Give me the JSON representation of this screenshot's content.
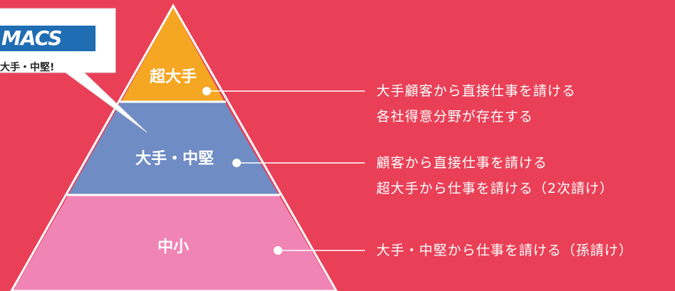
{
  "colors": {
    "background": "#e94057",
    "tier_top": "#f5a623",
    "tier_mid": "#6f8cc4",
    "tier_bottom": "#f085b5",
    "logo_bg": "#1f6db3"
  },
  "callout": {
    "logo": "MACS",
    "text": "大手・中堅!"
  },
  "tiers": [
    {
      "label": "超大手",
      "desc": [
        "大手顧客から直接仕事を請ける",
        "各社得意分野が存在する"
      ]
    },
    {
      "label": "大手・中堅",
      "desc": [
        "顧客から直接仕事を請ける",
        "超大手から仕事を請ける（2次請け）"
      ]
    },
    {
      "label": "中小",
      "desc": [
        "大手・中堅から仕事を請ける（孫請け）"
      ]
    }
  ]
}
